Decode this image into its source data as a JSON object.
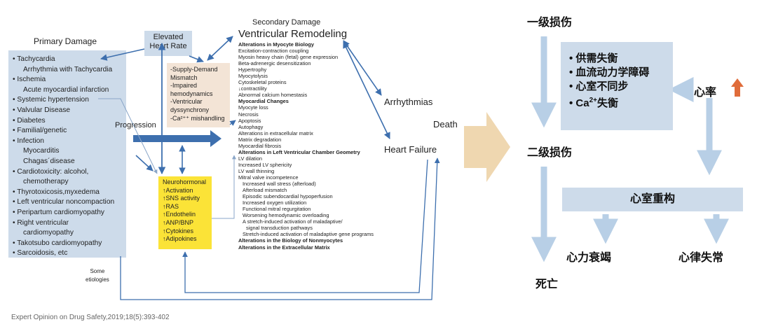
{
  "primary": {
    "title": "Primary Damage",
    "items": [
      {
        "text": "Tachycardia",
        "bullet": true
      },
      {
        "text": "Arrhythmia with Tachycardia",
        "bullet": false
      },
      {
        "text": "Ischemia",
        "bullet": true
      },
      {
        "text": "Acute myocardial  infarction",
        "bullet": false
      },
      {
        "text": "Systemic hypertension",
        "bullet": true
      },
      {
        "text": "Valvular Disease",
        "bullet": true
      },
      {
        "text": "Diabetes",
        "bullet": true
      },
      {
        "text": "Familial/genetic",
        "bullet": true
      },
      {
        "text": "Infection",
        "bullet": true
      },
      {
        "text": "Myocarditis",
        "bullet": false
      },
      {
        "text": "Chagas´disease",
        "bullet": false
      },
      {
        "text": " Cardiotoxicity: alcohol,",
        "bullet": true
      },
      {
        "text": "chemotherapy",
        "bullet": false
      },
      {
        "text": "Thyrotoxicosis,myxedema",
        "bullet": true
      },
      {
        "text": "Left ventricular noncompaction",
        "bullet": true
      },
      {
        "text": "Peripartum cardiomyopathy",
        "bullet": true
      },
      {
        "text": "Right ventricular",
        "bullet": true
      },
      {
        "text": "cardiomyopathy",
        "bullet": false
      },
      {
        "text": "Takotsubo cardiomyopathy",
        "bullet": true
      },
      {
        "text": "Sarcoidosis,  etc",
        "bullet": true
      }
    ],
    "some_etiologies": [
      "Some",
      "etiologies"
    ]
  },
  "elevated_hr": [
    "Elevated",
    "Heart Rate"
  ],
  "supply_demand": [
    "-Supply-Demand",
    "  Mismatch",
    " -Impaired",
    "  hemodynamics",
    " -Ventricular",
    "  dyssynchrony",
    " -Ca²⁺⁺ mishandling"
  ],
  "progression": "Progression",
  "neurohormonal": [
    "Neurohormonal",
    "↑Activation",
    "↑SNS activity",
    "↑RAS",
    "↑Endothelin",
    "↑ANP/BNP",
    "↑Cytokines",
    "↑Adipokines"
  ],
  "secondary": {
    "title": "Secondary Damage",
    "subtitle": "Ventricular Remodeling",
    "items": [
      {
        "text": "Alterations in Myocyte Biology",
        "style": "b"
      },
      {
        "text": "Excitation-contraction coupling",
        "style": ""
      },
      {
        "text": "Myosin heavy chain (fetal) gene expression",
        "style": ""
      },
      {
        "text": "Beta-adrenergic desensitization",
        "style": ""
      },
      {
        "text": "Hypertrophy",
        "style": ""
      },
      {
        "text": "Myocytolysis",
        "style": ""
      },
      {
        "text": "Cytoskeletal proteins",
        "style": ""
      },
      {
        "text": "↓contractility",
        "style": ""
      },
      {
        "text": "Abnormal calcium homestasis",
        "style": ""
      },
      {
        "text": "Myocardial Changes",
        "style": "b"
      },
      {
        "text": "Myocyte loss",
        "style": ""
      },
      {
        "text": "Necrosis",
        "style": ""
      },
      {
        "text": "Apoptosis",
        "style": ""
      },
      {
        "text": "Autophagy",
        "style": ""
      },
      {
        "text": "Alterations in extracellular matrix",
        "style": ""
      },
      {
        "text": "Matrix degradation",
        "style": ""
      },
      {
        "text": "Myocardial fibrosis",
        "style": ""
      },
      {
        "text": "Alterations in Left Ventricular Chamber Geometry",
        "style": "b"
      },
      {
        "text": "LV dilation",
        "style": ""
      },
      {
        "text": "Increased LV sphericity",
        "style": ""
      },
      {
        "text": "LV wall thinning",
        "style": ""
      },
      {
        "text": "Mitral valve incompetence",
        "style": ""
      },
      {
        "text": "Increased wall stress (afterload)",
        "style": "i"
      },
      {
        "text": "Afterload mismatch",
        "style": "i"
      },
      {
        "text": "Episodic subendocardial hypoperfusion",
        "style": "i"
      },
      {
        "text": "Increased oxygen utilization",
        "style": "i"
      },
      {
        "text": "Functional mitral regurgitation",
        "style": "i"
      },
      {
        "text": "Worsening hemodynamic overloading",
        "style": "i"
      },
      {
        "text": "A stretch-induced activation of maladaptive/",
        "style": "i"
      },
      {
        "text": "signal transduction pathways",
        "style": "i2"
      },
      {
        "text": "Stretch-induced activation of maladaptive gene programs",
        "style": "i"
      },
      {
        "text": "Alterations in the Biology of Nonmyocytes",
        "style": "b"
      },
      {
        "text": "Alterations in the Extracellular Matrix",
        "style": "b"
      }
    ]
  },
  "outcomes": {
    "arrhythmias": "Arrhythmias",
    "death": "Death",
    "heart_failure": "Heart Failure"
  },
  "citation": "Expert Opinion on Drug Safety,2019;18(5):393-402",
  "cn": {
    "primary": "一级损伤",
    "mechanisms": [
      "供需失衡",
      "血流动力学障碍",
      "心室不同步"
    ],
    "ca_prefix": "Ca",
    "ca_sup": "2+",
    "ca_suffix": "失衡",
    "heart_rate": "心率",
    "secondary": "二级损伤",
    "remodeling": "心室重构",
    "heart_failure": "心力衰竭",
    "arrhythmia": "心律失常",
    "death": "死亡"
  },
  "colors": {
    "box_blue": "#cddbea",
    "arrow_blue": "#3d6fae",
    "neuro_yellow": "#fbe337",
    "supply_tan": "#f3e4d6",
    "big_arrow": "#efd7b0",
    "cn_arrow": "#b8cfe6",
    "up_arrow": "#e06c3a"
  }
}
